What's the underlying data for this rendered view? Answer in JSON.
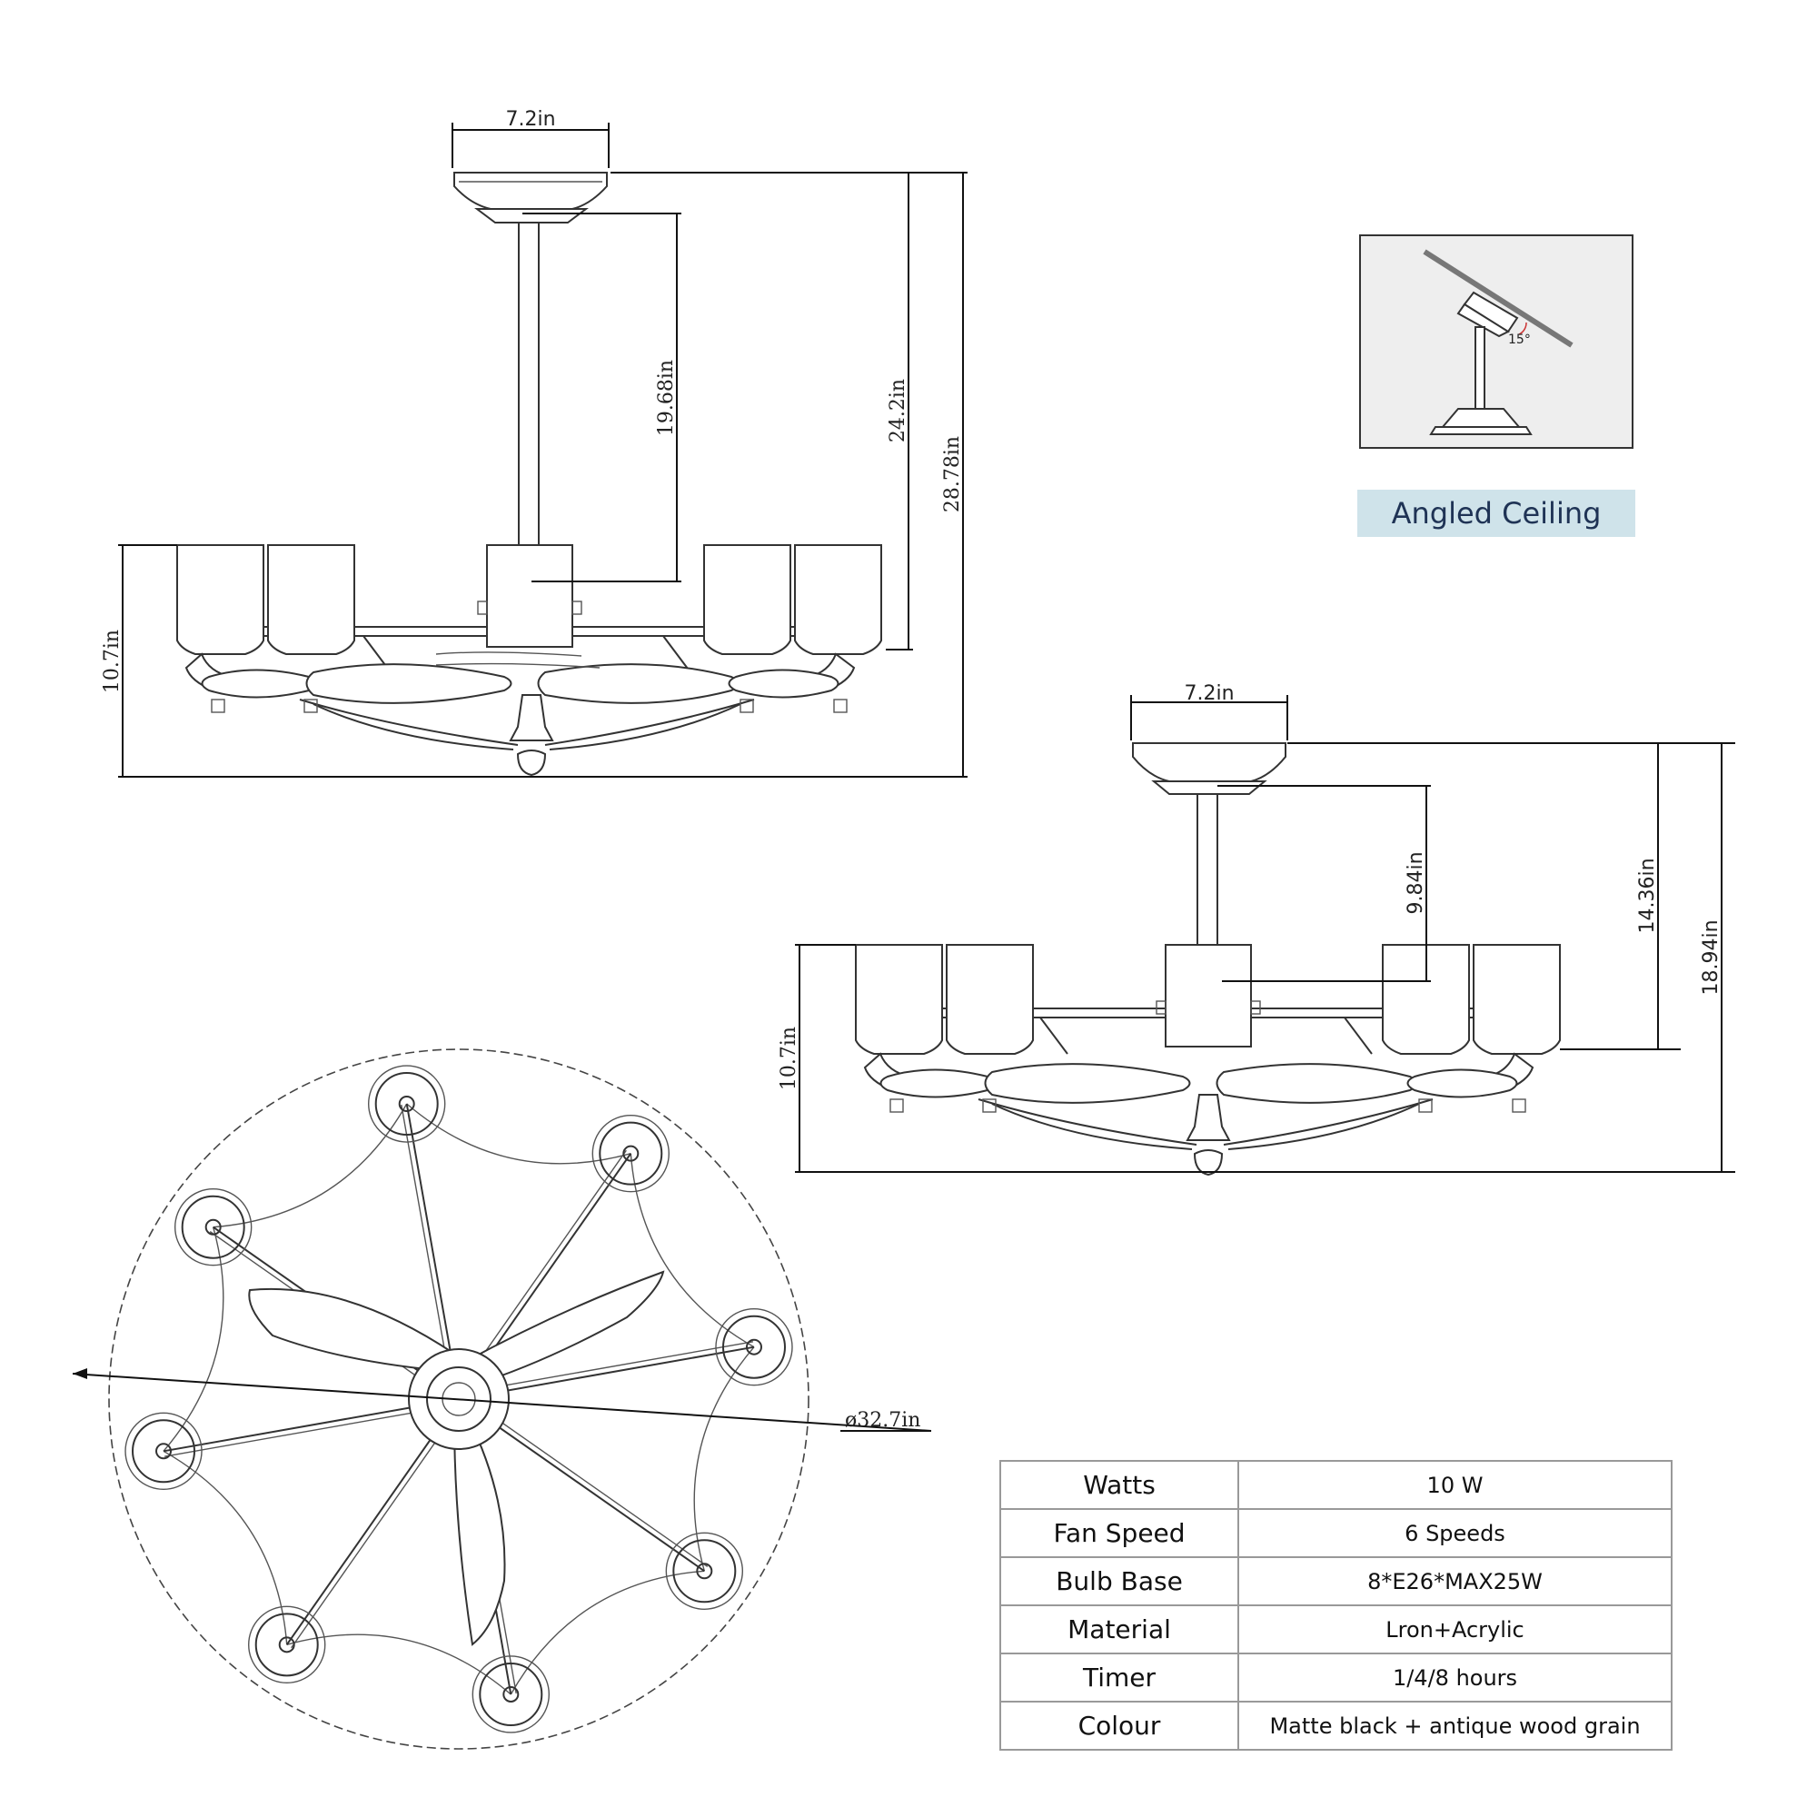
{
  "top_view": {
    "width_label": "7.2in",
    "rod_label": "19.68in",
    "body_label": "24.2in",
    "total_label": "28.78in",
    "lamp_label": "10.7in"
  },
  "right_view": {
    "width_label": "7.2in",
    "rod_label": "9.84in",
    "body_label": "14.36in",
    "total_label": "18.94in",
    "lamp_label": "10.7in"
  },
  "bottom_view": {
    "diameter_label": "ø32.7in"
  },
  "angled_inset": {
    "angle_label": "15°",
    "caption": "Angled Ceiling"
  },
  "specs": [
    {
      "key": "Watts",
      "value": "10 W"
    },
    {
      "key": "Fan Speed",
      "value": "6 Speeds"
    },
    {
      "key": "Bulb Base",
      "value": "8*E26*MAX25W"
    },
    {
      "key": "Material",
      "value": "Lron+Acrylic"
    },
    {
      "key": "Timer",
      "value": "1/4/8 hours"
    },
    {
      "key": "Colour",
      "value": "Matte black + antique wood grain"
    }
  ]
}
